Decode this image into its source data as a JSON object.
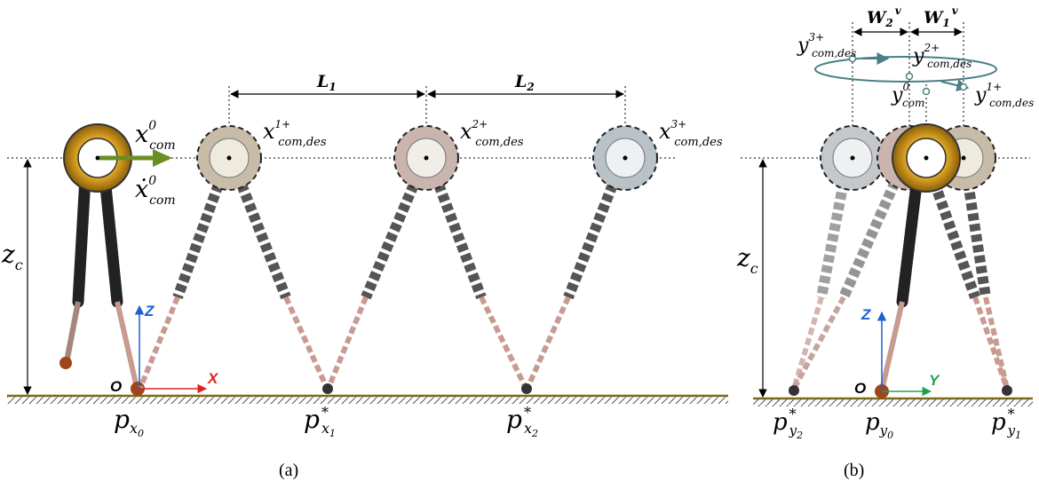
{
  "panel_a": {
    "caption": "(a)",
    "height_label": {
      "main": "z",
      "sub": "c"
    },
    "origin_label": "O",
    "z_axis_label": "Z",
    "x_axis_label": "X",
    "spacing_labels": [
      {
        "main": "L",
        "sub": "1"
      },
      {
        "main": "L",
        "sub": "2"
      }
    ],
    "initial_com_label": {
      "main": "x",
      "sup": "0",
      "sub": "com"
    },
    "initial_vel_label": {
      "main": "ẋ",
      "sup": "0",
      "sub": "com"
    },
    "desired_com_labels": [
      {
        "main": "x",
        "sup": "1+",
        "sub": "com,des"
      },
      {
        "main": "x",
        "sup": "2+",
        "sub": "com,des"
      },
      {
        "main": "x",
        "sup": "3+",
        "sub": "com,des"
      }
    ],
    "foot_labels": [
      {
        "main": "p",
        "sub": "x",
        "subsub": "0",
        "star": ""
      },
      {
        "main": "p",
        "sub": "x",
        "subsub": "1",
        "star": "*"
      },
      {
        "main": "p",
        "sub": "x",
        "subsub": "2",
        "star": "*"
      }
    ]
  },
  "panel_b": {
    "caption": "(b)",
    "height_label": {
      "main": "z",
      "sub": "c"
    },
    "origin_label": "O",
    "z_axis_label": "Z",
    "y_axis_label": "Y",
    "width_labels": [
      {
        "main": "W",
        "sub": "2",
        "sup": "v"
      },
      {
        "main": "W",
        "sub": "1",
        "sup": "v"
      }
    ],
    "com_labels": [
      {
        "main": "y",
        "sup": "3+",
        "sub": "com,des"
      },
      {
        "main": "y",
        "sup": "2+",
        "sub": "com,des"
      },
      {
        "main": "y",
        "sup": "0",
        "sub": "com"
      },
      {
        "main": "y",
        "sup": "1+",
        "sub": "com,des"
      }
    ],
    "foot_labels": [
      {
        "main": "p",
        "sub": "y",
        "subsub": "2",
        "star": "*"
      },
      {
        "main": "p",
        "sub": "y",
        "subsub": "0",
        "star": ""
      },
      {
        "main": "p",
        "sub": "y",
        "subsub": "1",
        "star": "*"
      }
    ]
  },
  "colors": {
    "ground": "#7a6a1a",
    "body_gold": "#b8860b",
    "velocity_arrow": "#6b8e23",
    "z_axis": "#1f5fd1",
    "x_axis": "#e02020",
    "y_axis": "#20a050",
    "orbit": "#4a7f86",
    "foot_red": "#a0441a"
  }
}
